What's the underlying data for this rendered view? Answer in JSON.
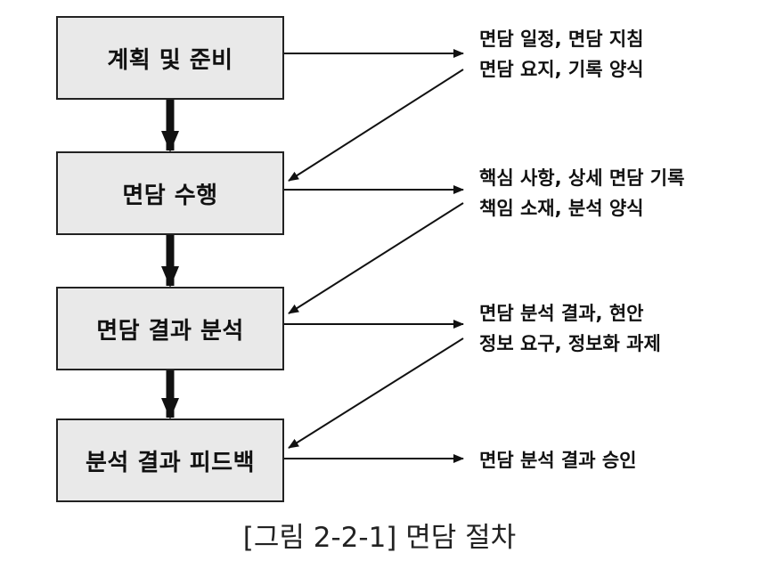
{
  "steps": [
    {
      "label": "계획 및 준비"
    },
    {
      "label": "면담 수행"
    },
    {
      "label": "면담 결과 분석"
    },
    {
      "label": "분석 결과 피드백"
    }
  ],
  "outputs": [
    {
      "line1": "면담 일정, 면담 지침",
      "line2": "면담 요지, 기록 양식"
    },
    {
      "line1": "핵심 사항, 상세 면담 기록",
      "line2": "책임 소재, 분석 양식"
    },
    {
      "line1": "면담 분석 결과, 현안",
      "line2": "정보 요구, 정보화 과제"
    },
    {
      "line1": "면담 분석 결과 승인"
    }
  ],
  "caption": "[그림 2-2-1] 면담 절차"
}
